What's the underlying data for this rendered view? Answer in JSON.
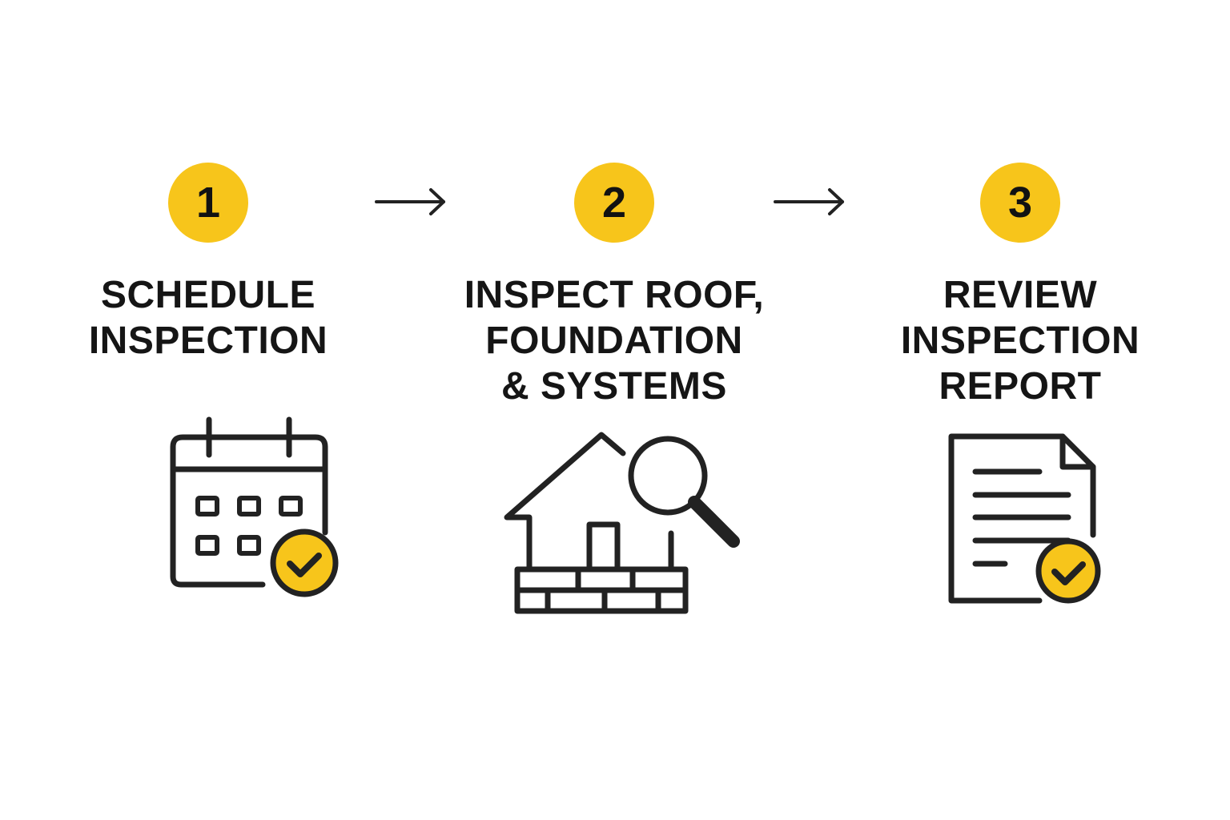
{
  "colors": {
    "accent": "#f7c51b",
    "ink": "#222222",
    "background": "#ffffff"
  },
  "steps": [
    {
      "number": "1",
      "title_lines": [
        "SCHEDULE",
        "INSPECTION"
      ],
      "icon": "calendar-check-icon"
    },
    {
      "number": "2",
      "title_lines": [
        "INSPECT ROOF,",
        "FOUNDATION",
        "& SYSTEMS"
      ],
      "icon": "house-magnifier-icon"
    },
    {
      "number": "3",
      "title_lines": [
        "REVIEW",
        "INSPECTION",
        "REPORT"
      ],
      "icon": "document-check-icon"
    }
  ],
  "connectors": [
    "arrow-right-icon",
    "arrow-right-icon"
  ]
}
